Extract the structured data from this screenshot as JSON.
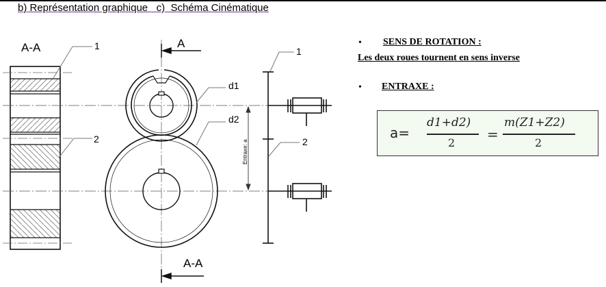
{
  "heading": "b) Représentation graphique   c)  Schéma Cinématique",
  "drawing": {
    "section_label_left": "A-A",
    "section_label_bottom": "A-A",
    "cut_label": "A",
    "label_1_left": "1",
    "label_2_left": "2",
    "label_1_right": "1",
    "label_2_right": "2",
    "label_d1": "d1",
    "label_d2": "d2",
    "entraxe_dim": "Entraxe: a"
  },
  "notes": {
    "bullet": "•",
    "rotation_title": "SENS DE ROTATION :",
    "rotation_text": "Les deux roues tournent en sens inverse",
    "entraxe_title": "ENTRAXE :"
  },
  "formula": {
    "lhs": "a=",
    "num1": "d1+d2)",
    "den1": "2",
    "eq": "=",
    "num2": "m(Z1+Z2)",
    "den2": "2"
  },
  "colors": {
    "underline": "#7030a0",
    "formula_bg": "#f3fbf0"
  }
}
